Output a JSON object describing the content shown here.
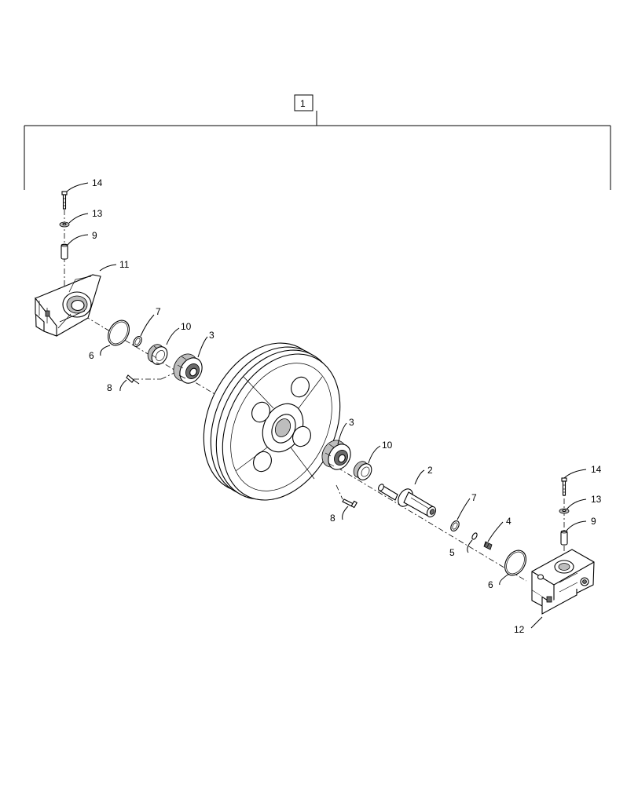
{
  "assembly_label": "1",
  "callouts": {
    "c14_top": "14",
    "c13_top": "13",
    "c9_top": "9",
    "c11": "11",
    "c6_left": "6",
    "c7_left": "7",
    "c10_left": "10",
    "c3_left": "3",
    "c8_left": "8",
    "c3_right": "3",
    "c10_right": "10",
    "c2": "2",
    "c8_right": "8",
    "c7_right": "7",
    "c4": "4",
    "c5": "5",
    "c14_bottom": "14",
    "c13_bottom": "13",
    "c9_bottom": "9",
    "c6_right": "6",
    "c12": "12"
  }
}
